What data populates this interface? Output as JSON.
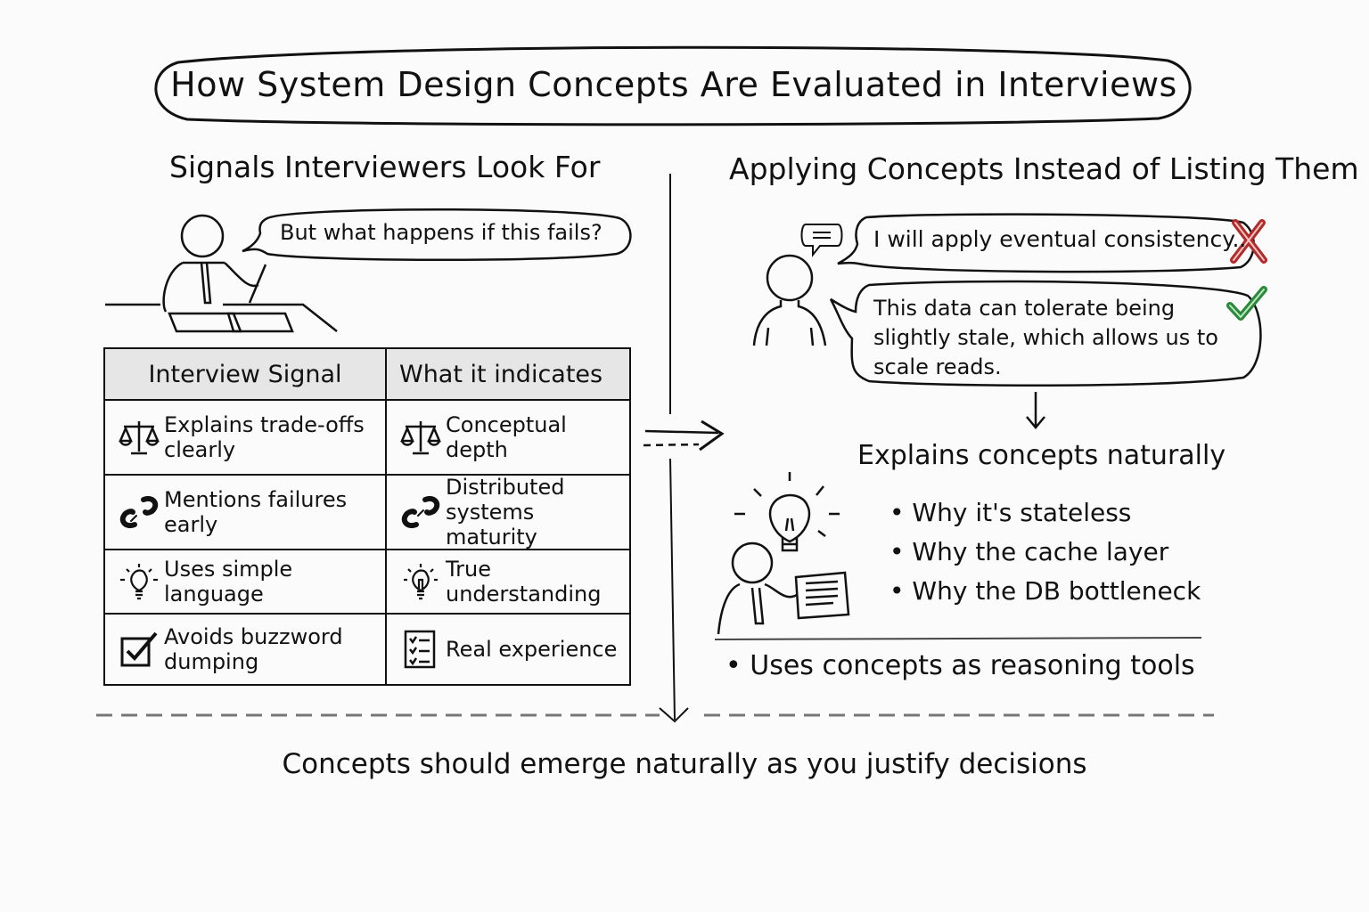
{
  "title": "How System Design Concepts Are Evaluated in Interviews",
  "left": {
    "heading": "Signals Interviewers Look For",
    "speech": "But what happens if this fails?",
    "table": {
      "headers": [
        "Interview Signal",
        "What it indicates"
      ],
      "rows": [
        {
          "signal": "Explains trade-offs clearly",
          "signal_icon": "scale-icon",
          "indicates": "Conceptual depth",
          "indicates_icon": "scale-icon"
        },
        {
          "signal": "Mentions failures early",
          "signal_icon": "broken-link-icon",
          "indicates": "Distributed systems maturity",
          "indicates_icon": "broken-link-icon"
        },
        {
          "signal": "Uses simple language",
          "signal_icon": "lightbulb-icon",
          "indicates": "True understanding",
          "indicates_icon": "lightbulb-icon"
        },
        {
          "signal": "Avoids buzzword dumping",
          "signal_icon": "checkbox-icon",
          "indicates": "Real experience",
          "indicates_icon": "checklist-icon"
        }
      ]
    }
  },
  "right": {
    "heading": "Applying Concepts Instead of Listing Them",
    "bad_example": "I will apply eventual consistency..",
    "good_example": "This data can tolerate being slightly stale, which allows us to scale reads.",
    "result_heading": "Explains concepts naturally",
    "bullets": [
      "Why it's stateless",
      "Why the cache layer",
      "Why the DB bottleneck"
    ],
    "summary_bullet": "Uses concepts as reasoning tools"
  },
  "footer": "Concepts should emerge naturally as you justify decisions",
  "colors": {
    "ink": "#111111",
    "header_fill": "#e6e6e6",
    "wrong": "#b22a2a",
    "right": "#2a8a3a",
    "dash": "#777777"
  }
}
